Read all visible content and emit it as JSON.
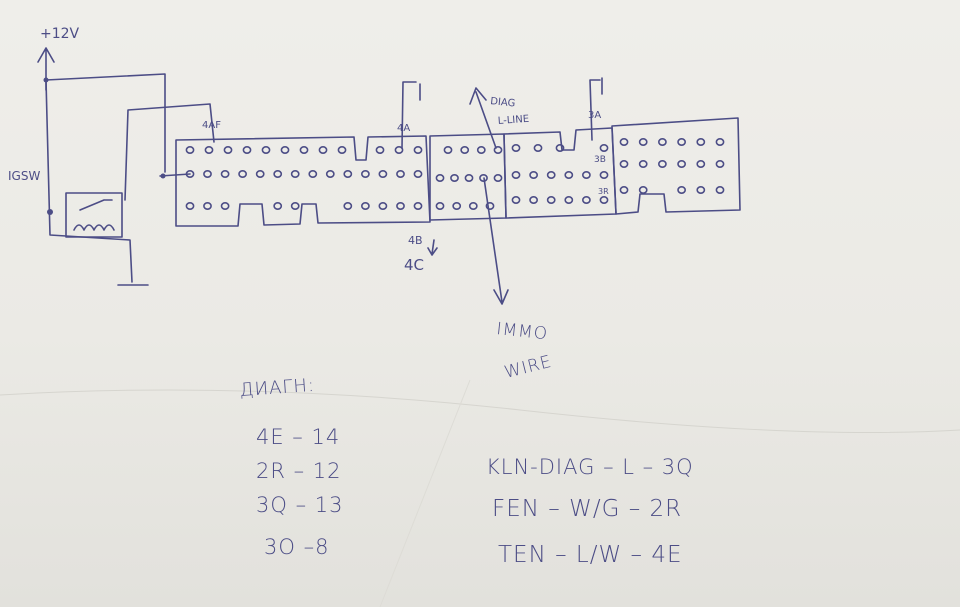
{
  "diagram": {
    "ink_color": "#4c4d86",
    "paper_color": "#ecebe6",
    "labels": {
      "plus12v": "+12V",
      "igsw": "IGSW",
      "pin_4af": "4AF",
      "pin_4a": "4A",
      "diag": "DIAG",
      "lline": "L-LINE",
      "pin_3a": "3A",
      "pin_3b": "3B",
      "pin_4b": "4B",
      "pin_4c": "4C",
      "immo": "IMMO",
      "wire": "WIRE",
      "pin_3r": "3R"
    },
    "notes": {
      "heading": "ДИАГН:",
      "left": [
        "4E – 14",
        "2R – 12",
        "3Q – 13",
        "3O  –8"
      ],
      "right": [
        "KLN-DIAG – L – 3Q",
        "FEN – W/G – 2R",
        "TEN – L/W – 4E"
      ]
    }
  }
}
